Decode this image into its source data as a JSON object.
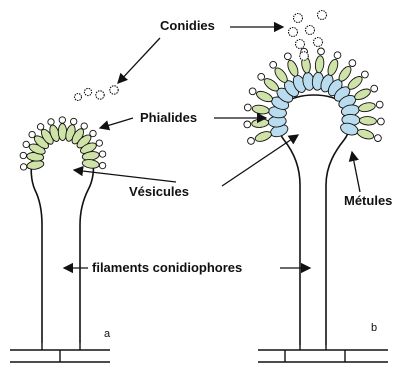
{
  "labels": {
    "conidies": "Conidies",
    "phialides": "Phialides",
    "vesicules": "Vésicules",
    "metules": "Métules",
    "filaments": "filaments conidiophores",
    "panel_a": "a",
    "panel_b": "b"
  },
  "colors": {
    "phialide_fill": "#cfe3a8",
    "metule_fill": "#b9dcef",
    "outline": "#111111"
  }
}
